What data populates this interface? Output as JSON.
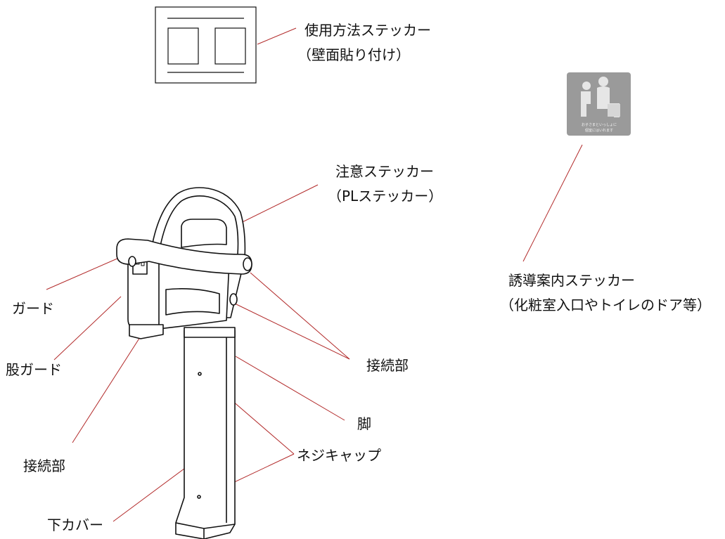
{
  "labels": {
    "usage_sticker": "使用方法ステッカー",
    "usage_sticker_sub": "（壁面貼り付け）",
    "caution_sticker": "注意ステッカー",
    "caution_sticker_sub": "（PLステッカー）",
    "guide_sticker": "誘導案内ステッカー",
    "guide_sticker_sub": "（化粧室入口やトイレのドア等）",
    "guard": "ガード",
    "crotch_guard": "股ガード",
    "joint_right": "接続部",
    "joint_left": "接続部",
    "leg": "脚",
    "screw_cap": "ネジキャップ",
    "lower_cover": "下カバー"
  },
  "guide_sticker_text": {
    "line1": "お子さまといっしょに",
    "line2": "個室にはいれます"
  },
  "colors": {
    "leader_line": "#b22a2a",
    "outline": "#111111",
    "sticker_gray": "#9a9a9a"
  }
}
